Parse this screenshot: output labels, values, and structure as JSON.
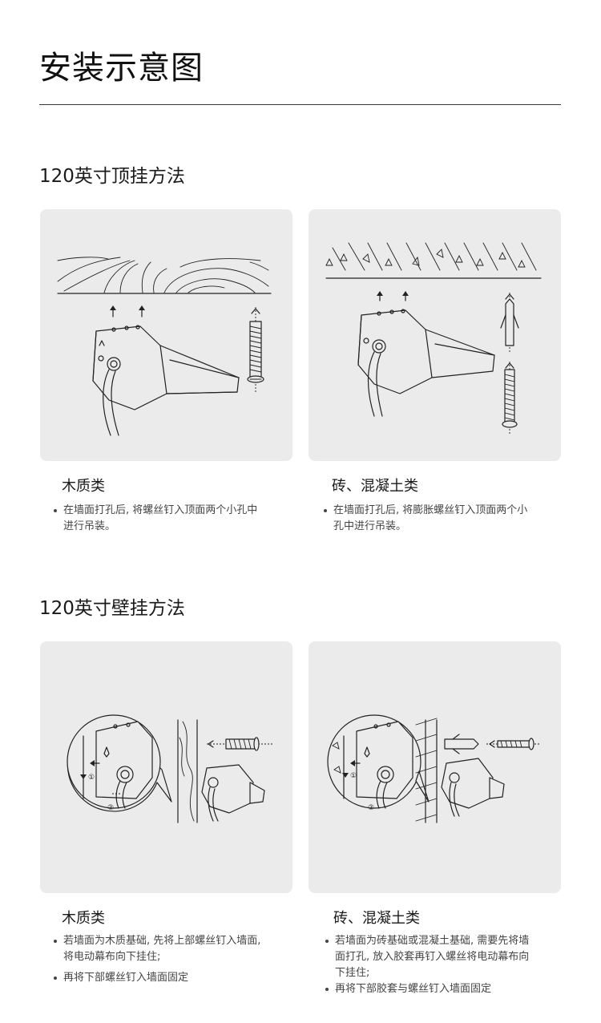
{
  "page": {
    "title": "安装示意图"
  },
  "sections": [
    {
      "heading": "120英寸顶挂方法",
      "cards": [
        {
          "title": "木质类",
          "bullets": [
            "在墙面打孔后, 将螺丝钉入顶面两个小孔中",
            "进行吊装。"
          ]
        },
        {
          "title": "砖、混凝土类",
          "bullets": [
            "在墙面打孔后, 将膨胀螺丝钉入顶面两个小",
            "孔中进行吊装。"
          ]
        }
      ]
    },
    {
      "heading": "120英寸壁挂方法",
      "cards": [
        {
          "title": "木质类",
          "bullets": [
            "若墙面为木质基础, 先将上部螺丝钉入墙面,",
            "将电动幕布向下挂住;",
            "再将下部螺丝钉入墙面固定"
          ]
        },
        {
          "title": "砖、混凝土类",
          "bullets": [
            "若墙面为砖基础或混凝土基础, 需要先将墙",
            "面打孔, 放入胶套再钉入螺丝将电动幕布向",
            "下挂住;",
            "再将下部胶套与螺丝钉入墙面固定"
          ]
        }
      ]
    }
  ],
  "diagram_labels": {
    "step1": "①",
    "step2": "②"
  },
  "colors": {
    "panel_bg": "#ebebeb",
    "line": "#222222",
    "rule": "#3a3a3a"
  }
}
